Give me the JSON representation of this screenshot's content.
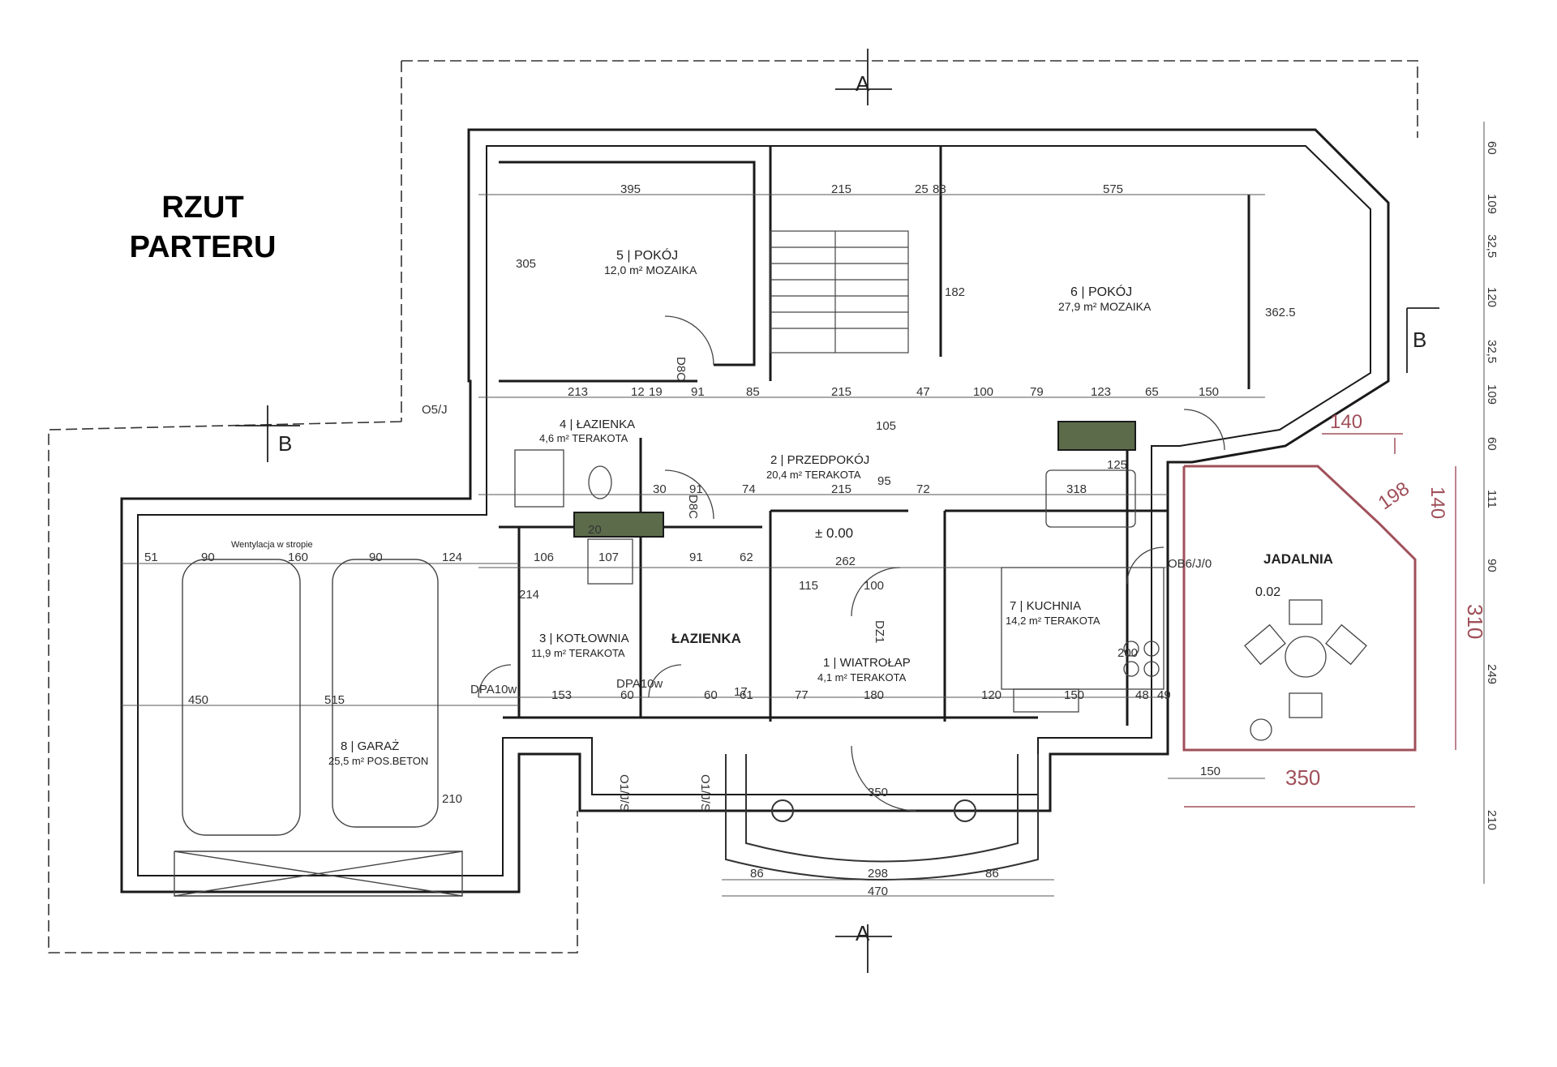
{
  "title_line1": "RZUT",
  "title_line2": "PARTERU",
  "rooms": {
    "r5_name": "5 | POKÓJ",
    "r5_area": "12,0 m² MOZAIKA",
    "r6_name": "6 | POKÓJ",
    "r6_area": "27,9 m² MOZAIKA",
    "r4_name": "4 | ŁAZIENKA",
    "r4_area": "4,6 m² TERAKOTA",
    "r2_name": "2 | PRZEDPOKÓJ",
    "r2_area": "20,4 m² TERAKOTA",
    "r3_name": "3 | KOTŁOWNIA",
    "r3_area": "11,9 m² TERAKOTA",
    "lazienka": "ŁAZIENKA",
    "r1_name": "1 | WIATROŁAP",
    "r1_area": "4,1 m² TERAKOTA",
    "r7_name": "7 | KUCHNIA",
    "r7_area": "14,2 m² TERAKOTA",
    "r8_name": "8 | GARAŻ",
    "r8_area": "25,5 m² POS.BETON",
    "jadalnia": "JADALNIA",
    "level_main": "± 0.00",
    "level_jad": "0.02",
    "wentylacja": "Wentylacja w stropie"
  },
  "marks": {
    "a": "A",
    "b": "B"
  },
  "dims": {
    "d395": "395",
    "d575": "575",
    "d215": "215",
    "d25": "25",
    "d88": "88",
    "d305": "305",
    "d182": "182",
    "d362": "362.5",
    "d213": "213",
    "d85": "85",
    "d100": "100",
    "d79": "79",
    "d123": "123",
    "d65": "65",
    "d150": "150",
    "d105": "105",
    "d125": "125",
    "d318": "318",
    "d262": "262",
    "d115": "115",
    "d91": "91",
    "d74": "74",
    "d72": "72",
    "d106": "106",
    "d107": "107",
    "d62": "62",
    "d214": "214",
    "d515": "515",
    "d450": "450",
    "d153": "153",
    "d60": "60",
    "d61": "61",
    "d77": "77",
    "d180": "180",
    "d120": "120",
    "d48": "48",
    "d49": "49",
    "d350": "350",
    "d298": "298",
    "d470": "470",
    "d86": "86",
    "d51": "51",
    "d90": "90",
    "d160": "160",
    "d124": "124",
    "d200": "200",
    "d210": "210",
    "d95": "95",
    "d30": "30",
    "d20": "20",
    "d17": "17",
    "d12": "12",
    "d19": "19",
    "d47": "47"
  },
  "red_dims": {
    "r140a": "140",
    "r140b": "140",
    "r198": "198",
    "r310": "310",
    "r350": "350"
  },
  "side_dims": {
    "s60": "60",
    "s109": "109",
    "s32": "32,5",
    "s120": "120",
    "s111": "111",
    "s249": "249",
    "s90": "90",
    "s210": "210"
  },
  "codes": {
    "dpa1": "DPA10w",
    "dpa2": "DPA10w",
    "dbc1": "D8C",
    "dbc2": "D8C",
    "dz1": "DZ1",
    "oba": "OB6/J/0",
    "ob1": "O1/J/S",
    "ob2": "O1/J/S",
    "ob3": "O5/J"
  },
  "colors": {
    "red_outline": "#a0505a",
    "wall": "#1a1a1a"
  }
}
